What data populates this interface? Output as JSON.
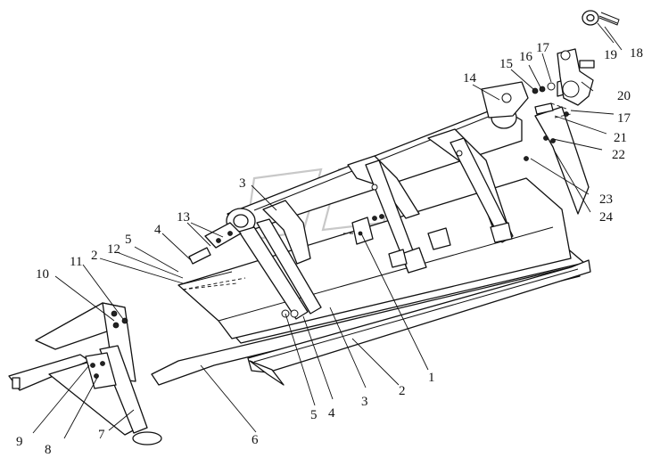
{
  "callouts": [
    "1",
    "2",
    "3",
    "4",
    "5",
    "6",
    "7",
    "8",
    "9",
    "10",
    "11",
    "12",
    "13",
    "14",
    "15",
    "16",
    "17",
    "18",
    "19",
    "20",
    "21",
    "22",
    "23",
    "24"
  ],
  "labels": {
    "n1": "1",
    "n2a": "2",
    "n2b": "2",
    "n3a": "3",
    "n3b": "3",
    "n4a": "4",
    "n4b": "4",
    "n5a": "5",
    "n5b": "5",
    "n6": "6",
    "n7": "7",
    "n8": "8",
    "n9": "9",
    "n10": "10",
    "n11": "11",
    "n12": "12",
    "n13": "13",
    "n14": "14",
    "n15": "15",
    "n16": "16",
    "n17a": "17",
    "n17b": "17",
    "n18": "18",
    "n19": "19",
    "n20": "20",
    "n21": "21",
    "n22": "22",
    "n23": "23",
    "n24": "24"
  }
}
